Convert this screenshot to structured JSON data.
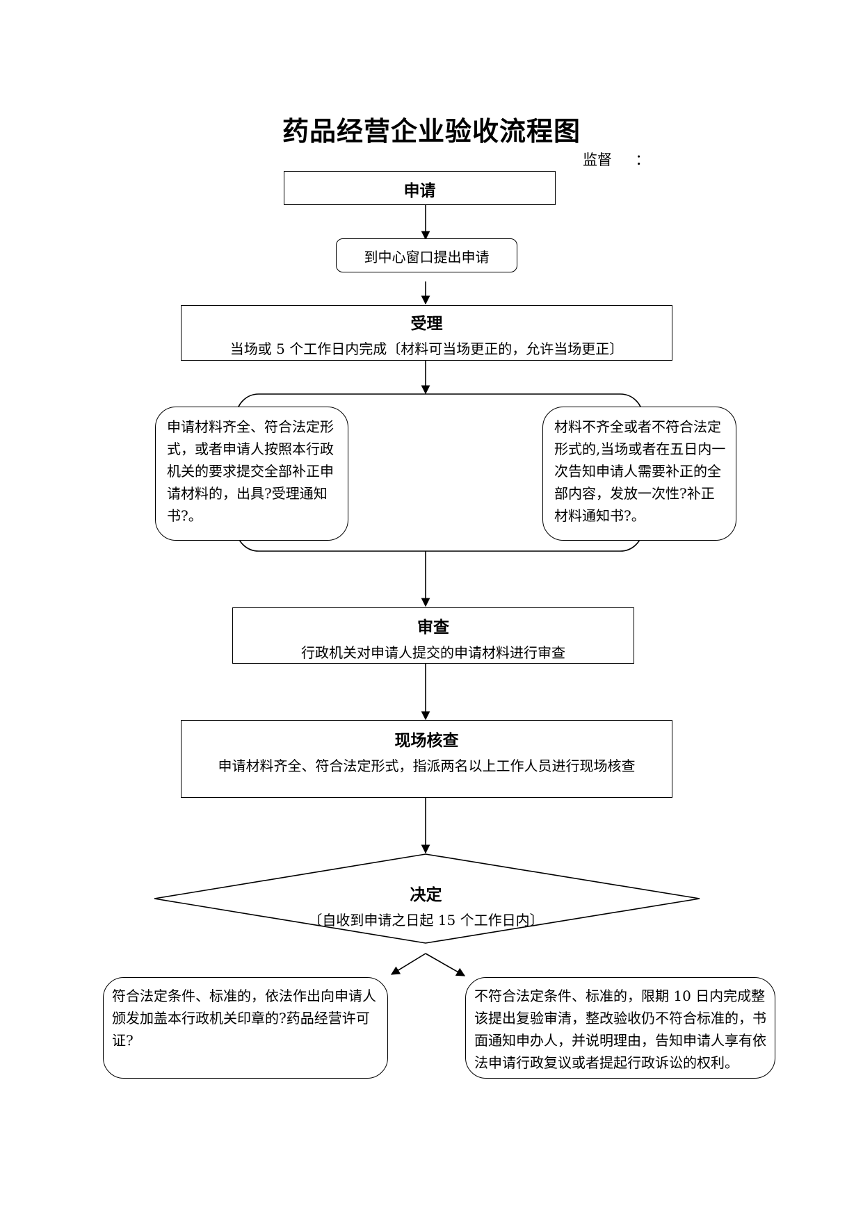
{
  "title": "药品经营企业验收流程图",
  "supervise_label": "监督     ：",
  "nodes": {
    "apply": {
      "label": "申请"
    },
    "window": {
      "label": "到中心窗口提出申请"
    },
    "accept": {
      "label": "受理",
      "detail": "当场或 5 个工作日内完成〔材料可当场更正的，允许当场更正〕"
    },
    "complete": {
      "text": "申请材料齐全、符合法定形式，或者申请人按照本行政机关的要求提交全部补正申请材料的，出具?受理通知书?。"
    },
    "incomplete": {
      "text": "材料不齐全或者不符合法定形式的,当场或者在五日内一次告知申请人需要补正的全部内容，发放一次性?补正材料通知书?。"
    },
    "review": {
      "label": "审查",
      "detail": "行政机关对申请人提交的申请材料进行审查"
    },
    "inspect": {
      "label": "现场核查",
      "detail": "申请材料齐全、符合法定形式，指派两名以上工作人员进行现场核查"
    },
    "decide": {
      "label": "决定",
      "detail": "〔自收到申请之日起 15 个工作日内〕"
    },
    "approve": {
      "text": "符合法定条件、标准的，依法作出向申请人颁发加盖本行政机关印章的?药品经营许可证?"
    },
    "reject": {
      "text": "不符合法定条件、标准的，限期 10 日内完成整该提出复验审清，整改验收仍不符合标准的，书面通知申办人，并说明理由，告知申请人享有依法申请行政复议或者提起行政诉讼的权利。"
    }
  }
}
